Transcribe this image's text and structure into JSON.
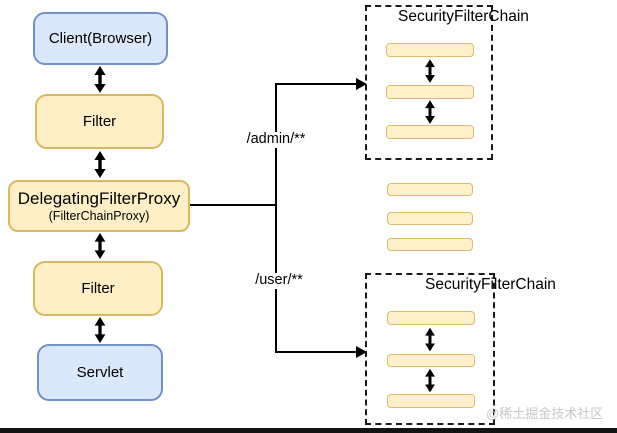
{
  "left_flow": {
    "client": {
      "label": "Client(Browser)"
    },
    "filter_top": {
      "label": "Filter"
    },
    "delegating": {
      "line1": "DelegatingFilterProxy",
      "line2": "(FilterChainProxy)"
    },
    "filter_bottom": {
      "label": "Filter"
    },
    "servlet": {
      "label": "Servlet"
    }
  },
  "branches": {
    "admin_label": "/admin/**",
    "user_label": "/user/**"
  },
  "security_chains": {
    "top": {
      "title": "SecurityFilterChain",
      "filter_slot_count": 3
    },
    "bottom": {
      "title": "SecurityFilterChain",
      "filter_slot_count": 3
    }
  },
  "middle_filter_slot_count": 3,
  "watermark": "@稀土掘金技术社区",
  "colors": {
    "box_blue_fill": "#dbe8fb",
    "box_blue_border": "#7191c7",
    "box_yellow_fill": "#ffefc6",
    "box_yellow_border": "#d8b863",
    "bar_fill": "#fdf0cb",
    "bar_border": "#ddbd6d",
    "line_color": "#000000",
    "watermark_color": "#c8c8c8",
    "bottom_bar_color": "#131313"
  }
}
